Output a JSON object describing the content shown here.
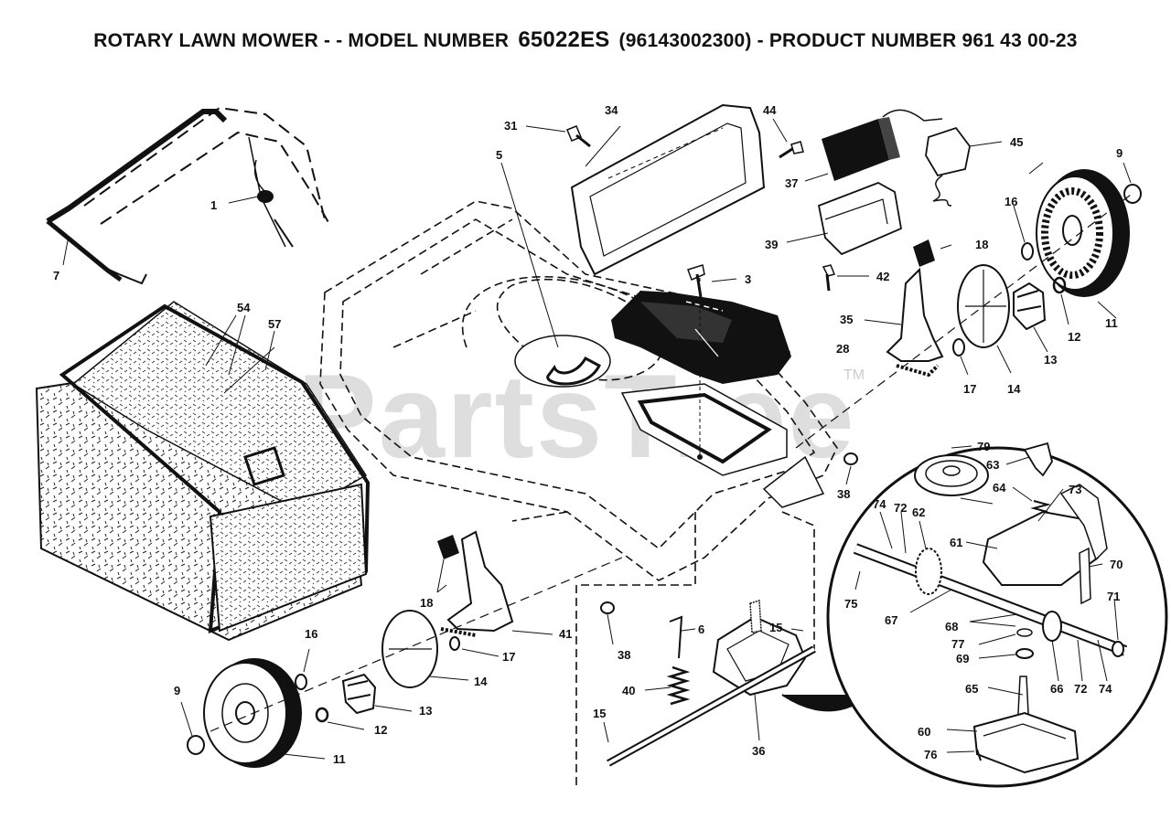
{
  "title": {
    "prefix": "ROTARY LAWN MOWER - - MODEL NUMBER",
    "model": "65022ES",
    "suffix": "(96143002300) - PRODUCT NUMBER 961 43 00-23"
  },
  "watermark": {
    "text": "PartsTree",
    "tm": "TM"
  },
  "callouts": [
    "1",
    "7",
    "54",
    "57",
    "5",
    "31",
    "34",
    "44",
    "37",
    "45",
    "9",
    "16",
    "39",
    "18",
    "3",
    "42",
    "35",
    "28",
    "17",
    "14",
    "13",
    "12",
    "11",
    "38",
    "79",
    "63",
    "64",
    "73",
    "74",
    "72",
    "62",
    "61",
    "70",
    "75",
    "67",
    "71",
    "68",
    "77",
    "69",
    "65",
    "66",
    "72",
    "74",
    "60",
    "76",
    "18",
    "41",
    "17",
    "16",
    "14",
    "9",
    "13",
    "12",
    "11",
    "38",
    "6",
    "15",
    "40",
    "36",
    "15"
  ]
}
